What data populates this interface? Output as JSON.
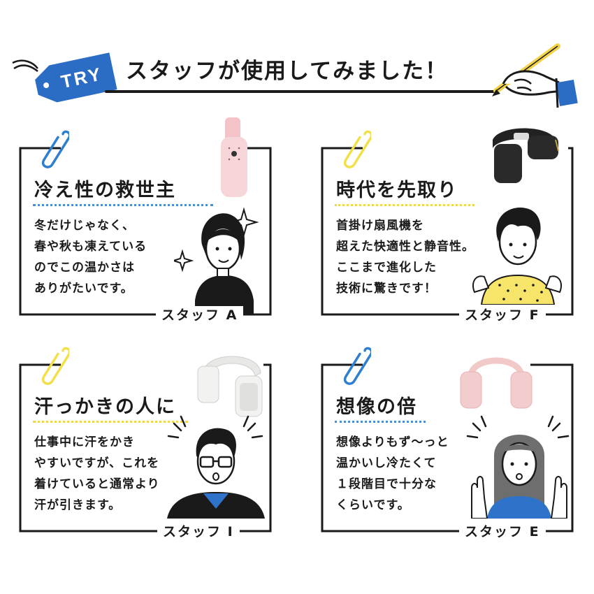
{
  "header": {
    "tag_label": "TRY",
    "title": "スタッフが使用してみました！"
  },
  "colors": {
    "tag_blue": "#2b6cc4",
    "clip_blue": "#2f7fd0",
    "clip_yellow": "#f2e04a",
    "dot_blue": "#4a8fd6",
    "dot_yellow": "#f0d84a",
    "shirt_blue": "#2e73c9",
    "shirt_yellow": "#f6e56a",
    "ink": "#1a1a1a"
  },
  "cards": [
    {
      "heading": "冷え性の救世主",
      "lines": [
        "冬だけじゃなく、",
        "春や秋も凍えている",
        "のでこの温かさは",
        "ありがたいです。"
      ],
      "staff": "スタッフ A",
      "clip_icon": "paperclip-icon"
    },
    {
      "heading": "時代を先取り",
      "lines": [
        "首掛け扇風機を",
        "超えた快適性と静音性。",
        "ここまで進化した",
        "技術に驚きです！"
      ],
      "staff": "スタッフ F",
      "clip_icon": "paperclip-icon"
    },
    {
      "heading": "汗っかきの人に",
      "lines": [
        "仕事中に汗をかき",
        "やすいですが、これを",
        "着けていると通常より",
        "汗が引きます。"
      ],
      "staff": "スタッフ I",
      "clip_icon": "paperclip-icon"
    },
    {
      "heading": "想像の倍",
      "lines": [
        "想像よりもず〜っと",
        "温かいし冷たくて",
        "１段階目で十分な",
        "くらいです。"
      ],
      "staff": "スタッフ E",
      "clip_icon": "paperclip-icon"
    }
  ]
}
